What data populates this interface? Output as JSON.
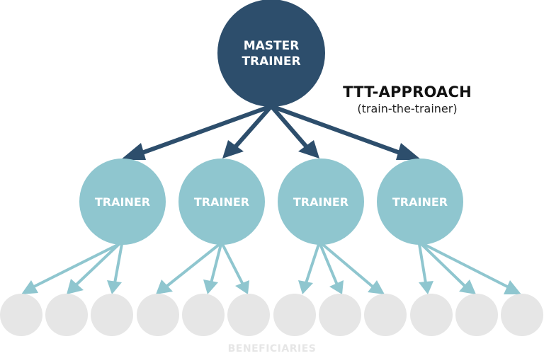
{
  "diagram": {
    "title": "TTT-APPROACH",
    "subtitle": "(train-the-trainer)",
    "master": {
      "line1": "MASTER",
      "line2": "TRAINER"
    },
    "trainers": [
      "TRAINER",
      "TRAINER",
      "TRAINER",
      "TRAINER"
    ],
    "beneficiaries_count": 12,
    "footer_label": "BENEFICIARIES"
  },
  "colors": {
    "master": "#2d4e6c",
    "trainer": "#8fc6cf",
    "beneficiary": "#e6e6e6",
    "master_arrow": "#2d4e6c",
    "trainer_arrow": "#8fc6cf"
  }
}
